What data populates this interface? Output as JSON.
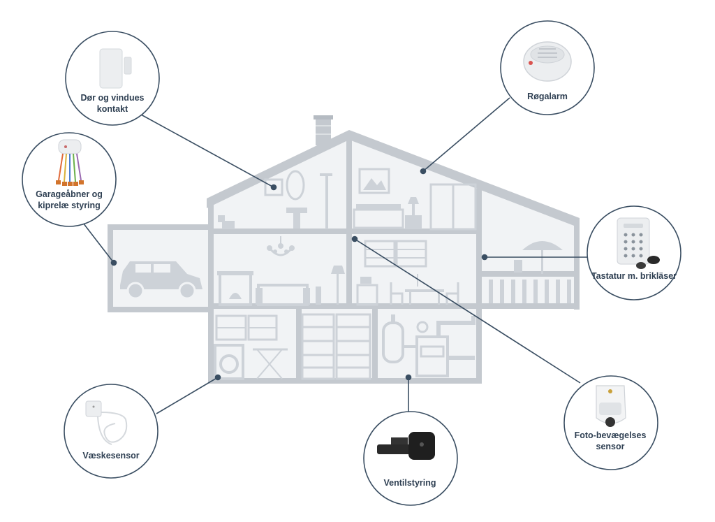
{
  "callouts": {
    "door": {
      "label": "Dør og vindues kontakt",
      "icon": "door-window-sensor-icon"
    },
    "smoke": {
      "label": "Røgalarm",
      "icon": "smoke-alarm-icon"
    },
    "garage": {
      "label": "Garageåbner og kiprelæ styring",
      "icon": "relay-module-icon"
    },
    "keypad": {
      "label": "Tastatur m. brikläser",
      "icon": "keypad-icon"
    },
    "photo": {
      "label": "Foto-bevægelses sensor",
      "icon": "motion-camera-sensor-icon"
    },
    "water": {
      "label": "Væskesensor",
      "icon": "water-sensor-icon"
    },
    "valve": {
      "label": "Ventilstyring",
      "icon": "valve-controller-icon"
    }
  },
  "colors": {
    "house_frame": "#c4c9cf",
    "house_fill": "#f1f3f5",
    "furniture": "#cdd2d8",
    "connector": "#3a4e62",
    "circle_border": "#3a4e62",
    "label_text": "#2e3f52"
  }
}
